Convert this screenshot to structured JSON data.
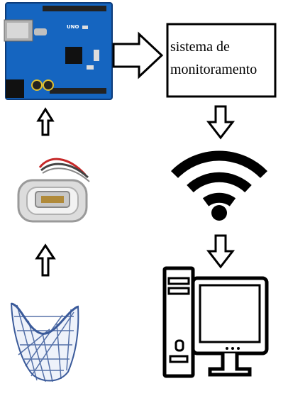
{
  "system_box": {
    "lines": [
      "sistema de",
      "monitoramento"
    ]
  },
  "board": {
    "label": "UNO",
    "icon": "arduino-board-icon"
  },
  "components": {
    "load_cell": "load-cell-icon",
    "net": "fishing-net-icon",
    "wifi": "wifi-icon",
    "computer": "desktop-computer-icon"
  },
  "colors": {
    "board": "#1565c0",
    "outline": "#000000",
    "net": "#3a5a9a"
  }
}
